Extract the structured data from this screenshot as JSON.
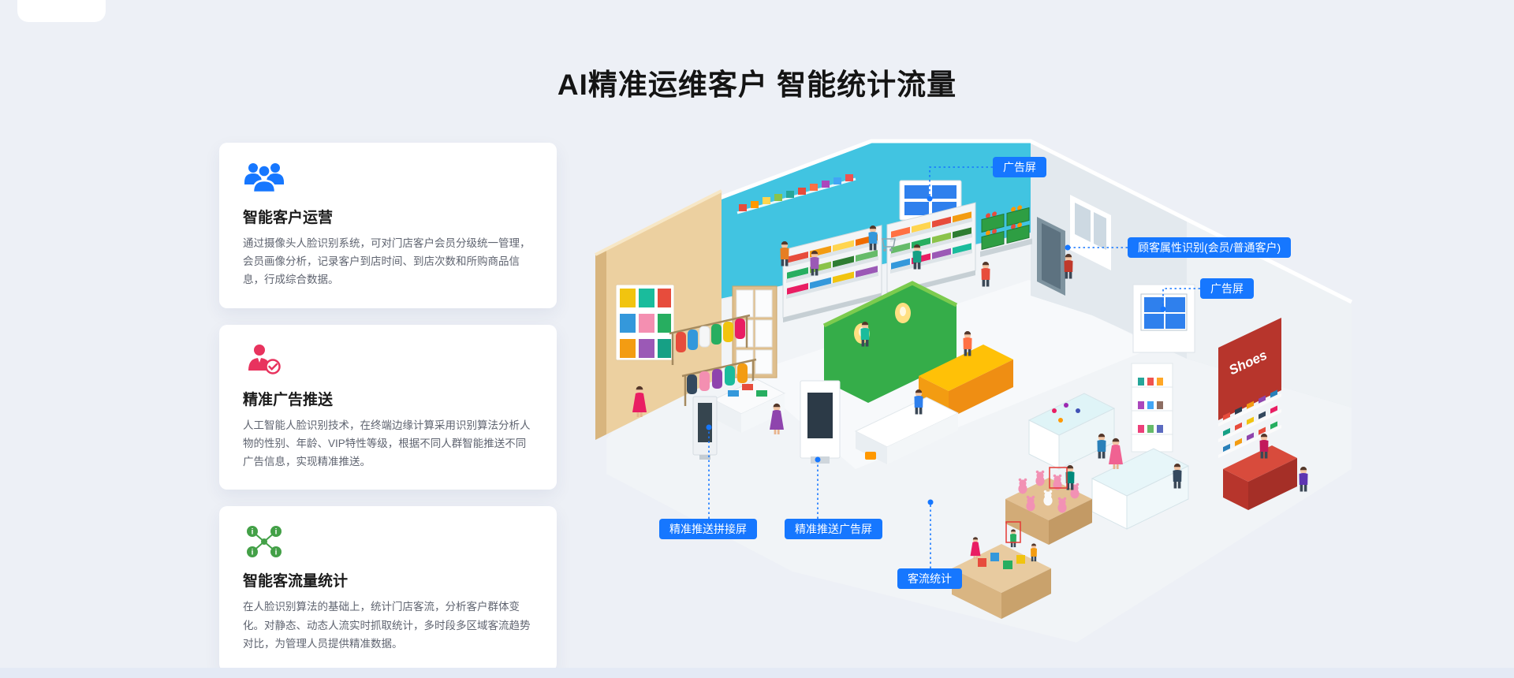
{
  "page": {
    "title": "AI精准运维客户 智能统计流量"
  },
  "features": [
    {
      "icon": "users-group-icon",
      "title": "智能客户运营",
      "description": "通过摄像头人脸识别系统，可对门店客户会员分级统一管理，会员画像分析，记录客户到店时间、到店次数和所购商品信息，行成综合数据。"
    },
    {
      "icon": "person-check-icon",
      "title": "精准广告推送",
      "description": "人工智能人脸识别技术，在终端边缘计算采用识别算法分析人物的性别、年龄、VIP特性等级，根据不同人群智能推送不同广告信息，实现精准推送。"
    },
    {
      "icon": "ai-network-icon",
      "title": "智能客流量统计",
      "description": "在人脸识别算法的基础上，统计门店客流，分析客户群体变化。对静态、动态人流实时抓取统计，多时段多区域客流趋势对比，为管理人员提供精准数据。"
    }
  ],
  "callouts": [
    {
      "id": "ad-screen-top",
      "label": "广告屏"
    },
    {
      "id": "customer-attribute-recognition",
      "label": "顾客属性识别(会员/普通客户)"
    },
    {
      "id": "ad-screen-right",
      "label": "广告屏"
    },
    {
      "id": "splice-screen",
      "label": "精准推送拼接屏"
    },
    {
      "id": "push-ad-screen",
      "label": "精准推送广告屏"
    },
    {
      "id": "traffic-stats",
      "label": "客流统计"
    }
  ],
  "illustration": {
    "shoes_sign": "Shoes"
  },
  "glyphs": {
    "info": "i"
  },
  "colors": {
    "accent": "#1677ff",
    "page_bg": "#edf0f6",
    "card_bg": "#ffffff",
    "icon_blue": "#1677ff",
    "icon_pink": "#e8335e",
    "icon_green": "#43a047",
    "wall_cyan": "#41c4e1",
    "kiosk_green": "#35ad49",
    "counter_orange": "#ffc107",
    "shoes_red": "#b7352c"
  }
}
